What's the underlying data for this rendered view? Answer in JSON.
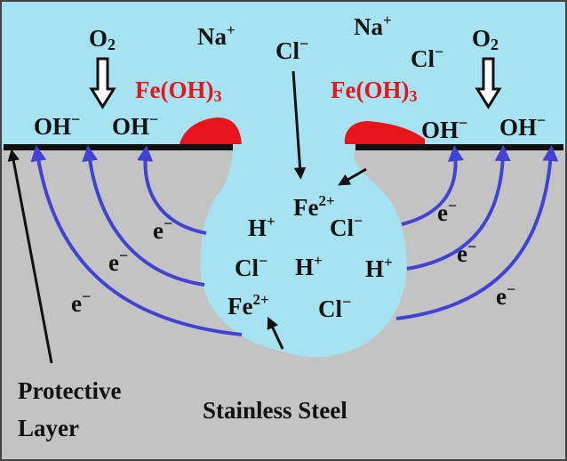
{
  "labels": {
    "o2": "O",
    "o2_sub": "2",
    "na": "Na",
    "plus": "+",
    "minus": "−",
    "cl": "Cl",
    "feoh3": "Fe(OH)",
    "feoh3_sub": "3",
    "oh": "OH",
    "fe": "Fe",
    "fe_sup": "2+",
    "h": "H",
    "e": "e",
    "protective_line1": "Protective",
    "protective_line2": "Layer",
    "steel": "Stainless Steel"
  },
  "colors": {
    "electrolyte": "#a6e3f1",
    "steel": "#c3c3c3",
    "layer": "#111111",
    "corrosion_product": "#e8141c",
    "electron_arrow": "#4242d4",
    "frame": "#444444"
  }
}
